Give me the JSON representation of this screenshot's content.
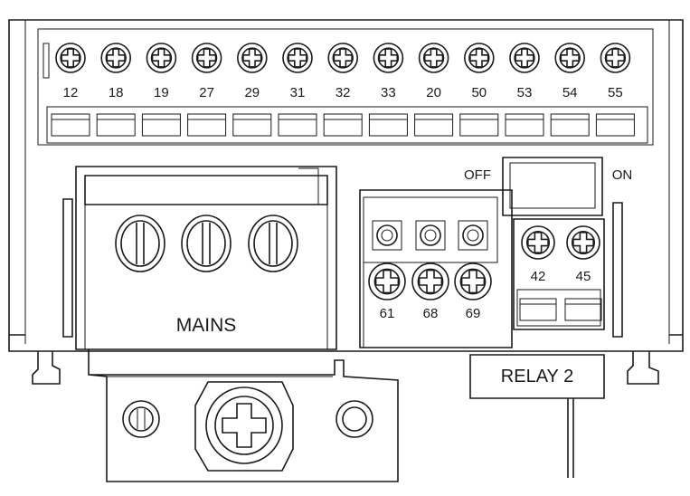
{
  "top_terminals": [
    "12",
    "18",
    "19",
    "27",
    "29",
    "31",
    "32",
    "33",
    "20",
    "50",
    "53",
    "54",
    "55"
  ],
  "switch": {
    "off_label": "OFF",
    "on_label": "ON"
  },
  "mains": {
    "label": "MAINS"
  },
  "motor_terminals": [
    "61",
    "68",
    "69"
  ],
  "relay": {
    "terminals": [
      "42",
      "45"
    ],
    "label": "RELAY  2"
  },
  "colors": {
    "line": "#1a1a1a",
    "background": "#ffffff"
  }
}
